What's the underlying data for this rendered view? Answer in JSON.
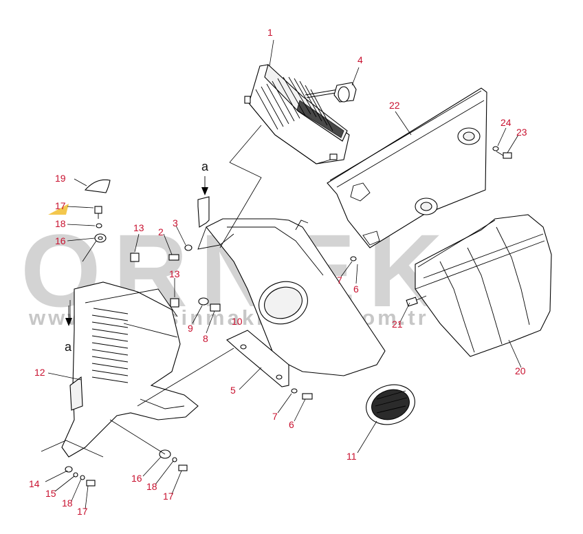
{
  "watermark": {
    "brand": "ORNEK",
    "url": "www.orneksinmakinalari.com.tr",
    "colors": {
      "gray": "#b9b9b9",
      "accent": "#f2c13a"
    }
  },
  "callout_color": "#c8102e",
  "view_arrow_label": "a",
  "callouts": [
    "1",
    "4",
    "22",
    "24",
    "23",
    "19",
    "17",
    "18",
    "16",
    "13",
    "2",
    "3",
    "13",
    "9",
    "8",
    "10",
    "7",
    "6",
    "21",
    "20",
    "12",
    "5",
    "7",
    "6",
    "11",
    "14",
    "15",
    "18",
    "17",
    "16",
    "18",
    "17"
  ]
}
